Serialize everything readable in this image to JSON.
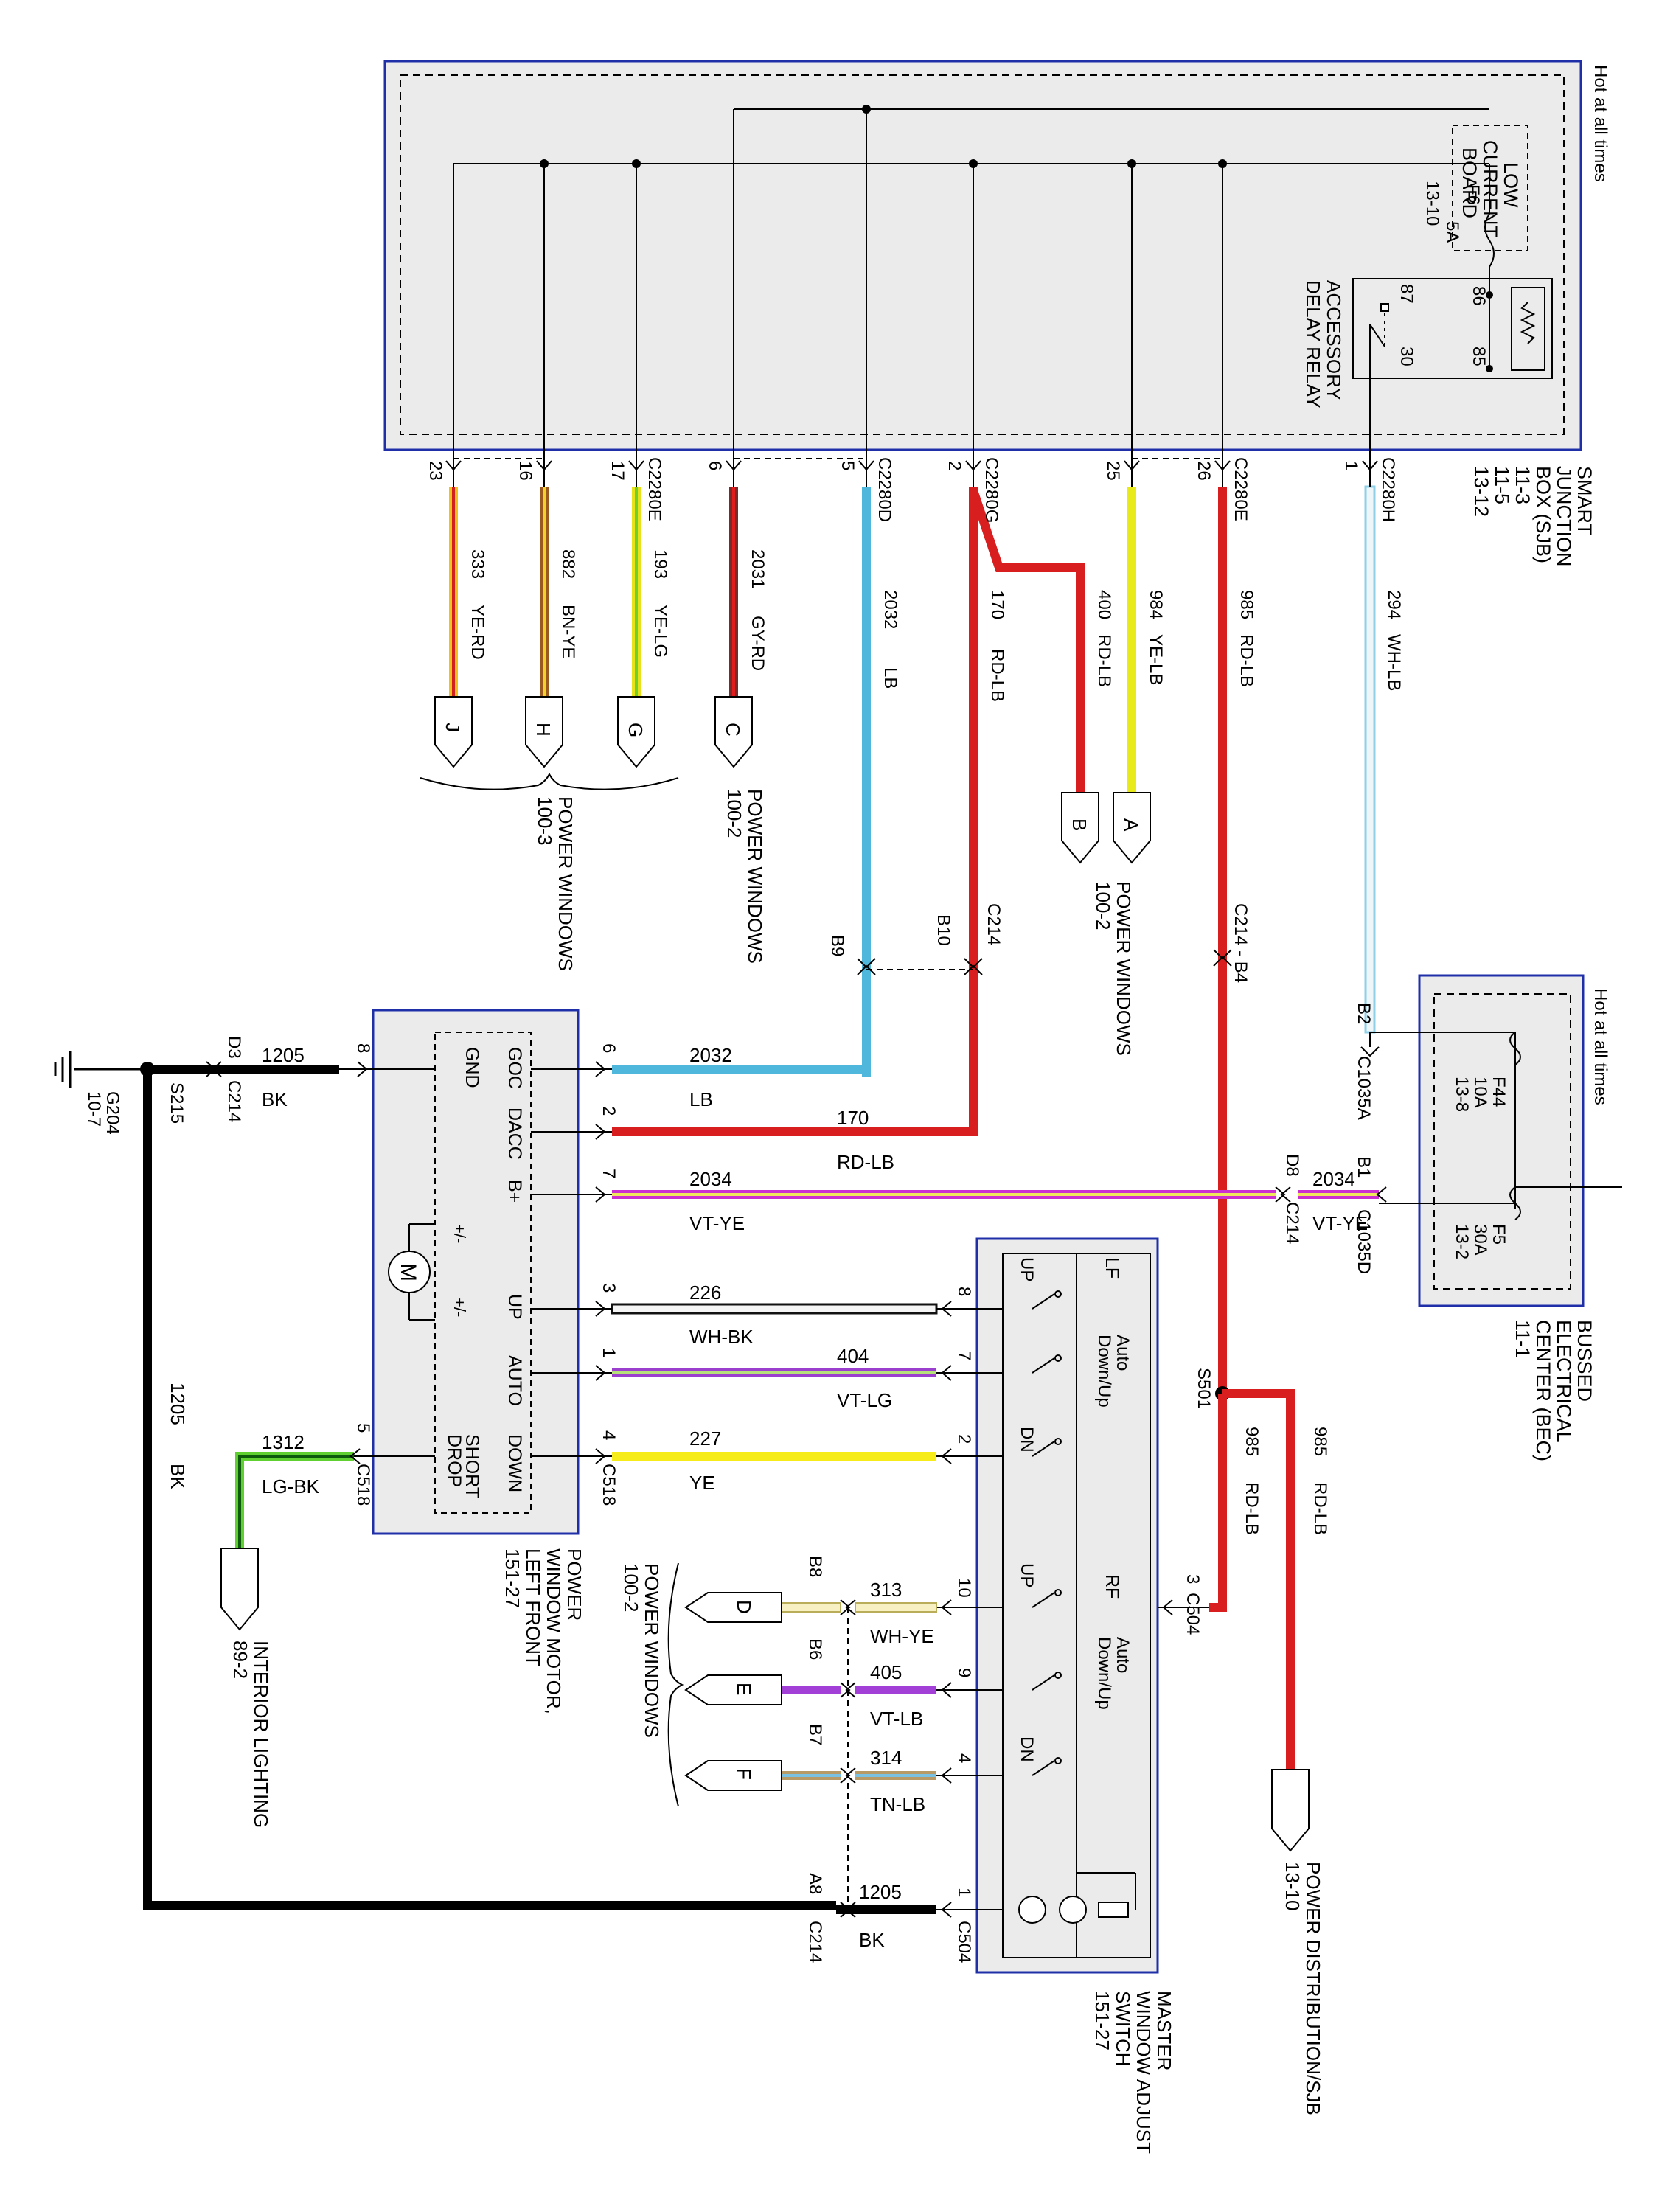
{
  "colors": {
    "box_fill": "#ebebeb",
    "box_border": "#1f2fa8",
    "YE-RD": [
      "#f2c21b",
      "#d21f1f"
    ],
    "BN-YE": [
      "#9a5a1f",
      "#f2d22a"
    ],
    "YE-LG": [
      "#e8e21a",
      "#6fd02a"
    ],
    "GY-RD": [
      "#7a2a2a",
      "#e01c1c"
    ],
    "LB": [
      "#4fb7dc",
      "#4fb7dc"
    ],
    "RD-LB": [
      "#d81e1e",
      "#d81e1e"
    ],
    "YE-LB": [
      "#e8ea1a",
      "#a8dcee"
    ],
    "WH-LB": [
      "#eef6fa",
      "#8fd0e6"
    ],
    "VT-YE": [
      "#cc2fd0",
      "#f0e85a"
    ],
    "WH-BK": [
      "#f5f5f5",
      "#111111"
    ],
    "VT-LG": [
      "#9b3fcf",
      "#b6e07a"
    ],
    "YE": [
      "#f5ec1a",
      "#f5ec1a"
    ],
    "BK": [
      "#000000",
      "#000000"
    ],
    "LG-BK": [
      "#5fd02f",
      "#0d5a0d"
    ],
    "WH-YE": [
      "#f6f0c2",
      "#f0e24a"
    ],
    "VT-LB": [
      "#a23fd6",
      "#c98fe8"
    ],
    "TN-LB": [
      "#b89a66",
      "#7ac0e0"
    ]
  },
  "sjb": {
    "hot_label": "Hot at all times",
    "title": [
      "SMART",
      "JUNCTION",
      "BOX (SJB)",
      "11-3",
      "11-5",
      "13-12"
    ],
    "low_current_board": [
      "LOW",
      "CURRENT",
      "BOARD"
    ],
    "fuse_id": "F6",
    "fuse_rating": "5A",
    "fuse_ref": "13-10",
    "relay_label": [
      "ACCESSORY",
      "DELAY RELAY"
    ],
    "relay_pins": [
      "87",
      "86",
      "30",
      "85"
    ]
  },
  "sjb_pins": [
    {
      "connector": "C2280H",
      "pin": "1",
      "circuit": "294",
      "color": "WH-LB"
    },
    {
      "connector": "C2280E",
      "pin": "26",
      "circuit": "985",
      "color": "RD-LB"
    },
    {
      "connector": "",
      "pin": "25",
      "circuit": "984",
      "color": "YE-LB"
    },
    {
      "connector": "C2280G",
      "pin": "2",
      "circuit": "170",
      "color": "RD-LB"
    },
    {
      "connector": "",
      "pin": "",
      "circuit": "400",
      "color": "RD-LB"
    },
    {
      "connector": "C2280D",
      "pin": "5",
      "circuit": "2032",
      "color": "LB"
    },
    {
      "connector": "",
      "pin": "6",
      "circuit": "2031",
      "color": "GY-RD"
    },
    {
      "connector": "C2280E",
      "pin": "17",
      "circuit": "193",
      "color": "YE-LG"
    },
    {
      "connector": "",
      "pin": "16",
      "circuit": "882",
      "color": "BN-YE"
    },
    {
      "connector": "",
      "pin": "23",
      "circuit": "333",
      "color": "YE-RD"
    }
  ],
  "arrow_refs": [
    {
      "letter": "A",
      "group": "POWER WINDOWS 100-2"
    },
    {
      "letter": "B",
      "group": "POWER WINDOWS 100-2"
    },
    {
      "letter": "C",
      "group": "POWER WINDOWS 100-2"
    },
    {
      "letter": "G",
      "group": "POWER WINDOWS 100-3"
    },
    {
      "letter": "H",
      "group": "POWER WINDOWS 100-3"
    },
    {
      "letter": "J",
      "group": "POWER WINDOWS 100-3"
    },
    {
      "letter": "D",
      "group": "POWER WINDOWS 100-2"
    },
    {
      "letter": "E",
      "group": "POWER WINDOWS 100-2"
    },
    {
      "letter": "F",
      "group": "POWER WINDOWS 100-2"
    }
  ],
  "groups": {
    "pw_100_2_top": [
      "POWER WINDOWS",
      "100-2"
    ],
    "pw_100_2_mid": [
      "POWER WINDOWS",
      "100-2"
    ],
    "pw_100_3": [
      "POWER WINDOWS",
      "100-3"
    ],
    "pw_100_2_bottom": [
      "POWER WINDOWS",
      "100-2"
    ],
    "interior": [
      "INTERIOR LIGHTING",
      "89-2"
    ],
    "power_dist": [
      "POWER DISTRIBUTION/SJB",
      "13-10"
    ]
  },
  "c214": {
    "top_b4": "C214 - B4",
    "c214": "C214",
    "b10": "B10",
    "b9": "B9"
  },
  "bec": {
    "hot_label": "Hot at all times",
    "title": [
      "BUSSED",
      "ELECTRICAL",
      "CENTER (BEC)",
      "11-1"
    ],
    "fuse_f44": [
      "F44",
      "10A",
      "13-8"
    ],
    "fuse_f5": [
      "F5",
      "30A",
      "13-2"
    ],
    "conn_b2": "B2",
    "conn_c1035a": "C1035A",
    "conn_b1": "B1",
    "conn_c1035d": "C1035D"
  },
  "motor": {
    "title": [
      "POWER",
      "WINDOW MOTOR,",
      "LEFT FRONT",
      "151-27"
    ],
    "labels": [
      "GOC",
      "DACC",
      "B+",
      "UP",
      "AUTO",
      "DOWN",
      "SHORT",
      "DROP",
      "GND"
    ],
    "pins": [
      "6",
      "2",
      "7",
      "3",
      "1",
      "4",
      "5",
      "8"
    ],
    "connector": "C518",
    "plus_minus": "+/-",
    "m": "M"
  },
  "motor_wires": [
    {
      "circuit": "2032",
      "color": "LB"
    },
    {
      "circuit": "170",
      "color": "RD-LB"
    },
    {
      "circuit": "2034",
      "color": "VT-YE"
    },
    {
      "circuit": "226",
      "color": "WH-BK"
    },
    {
      "circuit": "404",
      "color": "VT-LG"
    },
    {
      "circuit": "227",
      "color": "YE"
    }
  ],
  "b_plus_extra": {
    "d8": "D8",
    "c214": "C214",
    "circuit": "2034",
    "color": "VT-YE"
  },
  "ground": {
    "pin8": "8",
    "d3": "D3",
    "c214": "C214",
    "circuit": "1205",
    "color": "BK",
    "g204": [
      "G204",
      "10-7"
    ],
    "s215": "S215",
    "vertical_circuit": "1205",
    "vertical_color": "BK"
  },
  "short_drop_wire": {
    "circuit": "1312",
    "color": "LG-BK",
    "connector": "C518"
  },
  "switch": {
    "title": [
      "MASTER",
      "WINDOW ADJUST",
      "SWITCH",
      "151-27"
    ],
    "lf": "LF",
    "rf": "RF",
    "auto_downup": [
      "Auto",
      "Down/Up"
    ],
    "up": "UP",
    "dn": "DN",
    "pins": [
      "8",
      "7",
      "2",
      "10",
      "9",
      "4",
      "1"
    ],
    "c504": "C504",
    "pin3_c504": "3"
  },
  "splice": {
    "s501": "S501",
    "circuit_a": "985",
    "color_a": "RD-LB",
    "circuit_b": "985",
    "color_b": "RD-LB"
  },
  "rf_wires": [
    {
      "circuit": "313",
      "color": "WH-YE",
      "conn": "B8"
    },
    {
      "circuit": "405",
      "color": "VT-LB",
      "conn": "B6"
    },
    {
      "circuit": "314",
      "color": "TN-LB",
      "conn": "B7"
    }
  ],
  "bottom_ground": {
    "a8": "A8",
    "c214": "C214",
    "circuit": "1205",
    "color": "BK",
    "c504": "C504"
  }
}
